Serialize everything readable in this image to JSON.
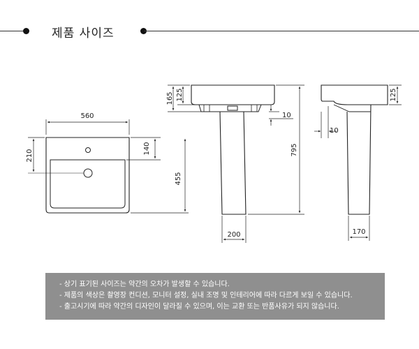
{
  "header": {
    "title": "제품 사이즈"
  },
  "dimensions": {
    "top_view": {
      "width": "560",
      "depth_right": "140",
      "depth_left": "210",
      "total_depth": "455"
    },
    "front_view": {
      "basin_height": "165",
      "basin_depth": "125",
      "overflow_offset": "10",
      "total_height": "795",
      "pedestal_width": "200"
    },
    "side_view": {
      "basin_depth": "125",
      "pedestal_offset": "10",
      "pedestal_width": "170"
    }
  },
  "notes": [
    "- 상기 표기된 사이즈는 약간의 오차가 발생할 수 있습니다.",
    "- 제품의 색상은 촬영장 컨디션, 모니터 설정, 실내 조명 및 인테리어에 따라 다르게 보일 수 있습니다.",
    "- 출고시기에 따라 약간의 디자인이 달라질 수 있으며, 이는 교환 또는 반품사유가 되지 않습니다."
  ]
}
